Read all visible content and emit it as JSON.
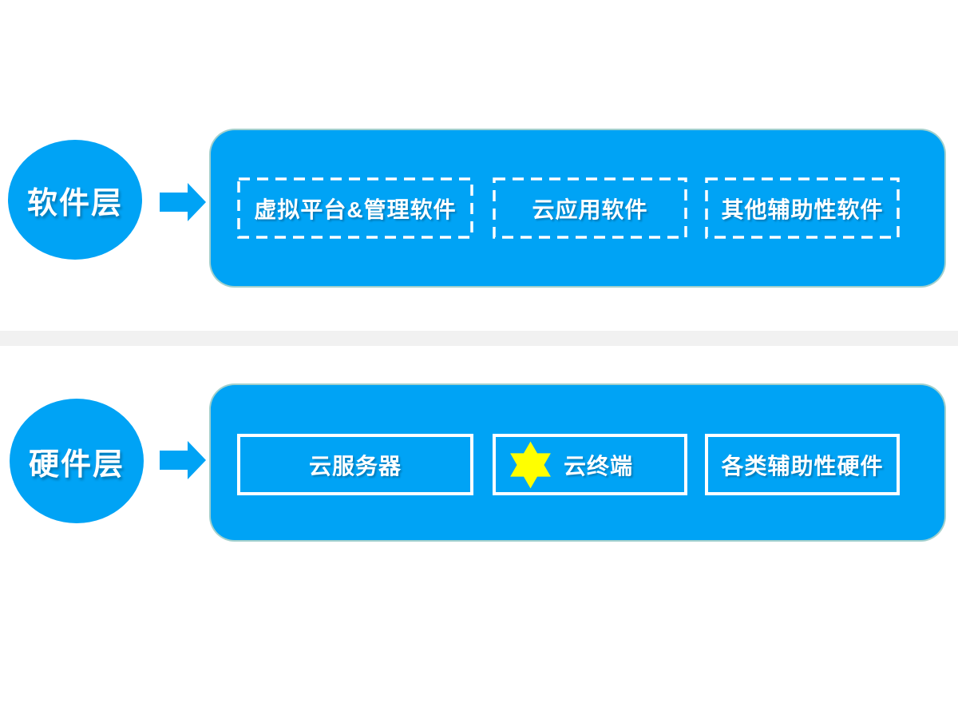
{
  "colors": {
    "primary_blue": "#00A3F5",
    "star_yellow": "#FFFF00",
    "divider_gray": "#F1F1F1",
    "label_white": "#FFFFFF"
  },
  "layers": [
    {
      "name": "software-layer",
      "circle_label": "软件层",
      "items": [
        {
          "label": "虚拟平台&管理软件",
          "border_style": "dashed"
        },
        {
          "label": "云应用软件",
          "border_style": "dashed"
        },
        {
          "label": "其他辅助性软件",
          "border_style": "dashed"
        }
      ]
    },
    {
      "name": "hardware-layer",
      "circle_label": "硬件层",
      "items": [
        {
          "label": "云服务器",
          "border_style": "solid"
        },
        {
          "label": "云终端",
          "border_style": "solid",
          "icon": "six-pointed-star"
        },
        {
          "label": "各类辅助性硬件",
          "border_style": "solid"
        }
      ]
    }
  ]
}
